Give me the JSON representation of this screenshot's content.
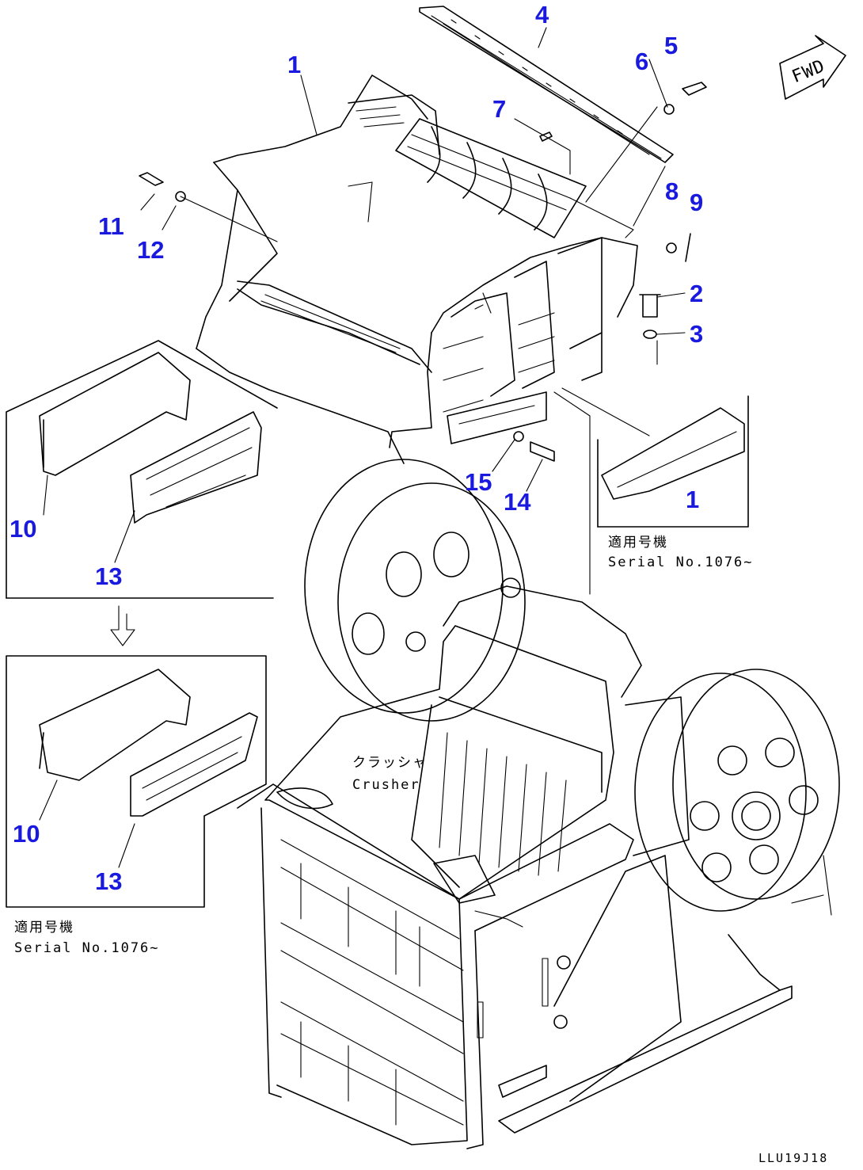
{
  "diagram": {
    "callouts": [
      {
        "id": "1a",
        "text": "1"
      },
      {
        "id": "1b",
        "text": "1"
      },
      {
        "id": "2",
        "text": "2"
      },
      {
        "id": "3",
        "text": "3"
      },
      {
        "id": "4",
        "text": "4"
      },
      {
        "id": "5",
        "text": "5"
      },
      {
        "id": "6",
        "text": "6"
      },
      {
        "id": "7",
        "text": "7"
      },
      {
        "id": "8",
        "text": "8"
      },
      {
        "id": "9",
        "text": "9"
      },
      {
        "id": "10a",
        "text": "10"
      },
      {
        "id": "10b",
        "text": "10"
      },
      {
        "id": "11",
        "text": "11"
      },
      {
        "id": "12",
        "text": "12"
      },
      {
        "id": "13a",
        "text": "13"
      },
      {
        "id": "13b",
        "text": "13"
      },
      {
        "id": "14",
        "text": "14"
      },
      {
        "id": "15",
        "text": "15"
      }
    ],
    "fwd_label": "FWD",
    "serial_right": {
      "jp": "適用号機",
      "en": "Serial No.1076~"
    },
    "serial_left": {
      "jp": "適用号機",
      "en": "Serial No.1076~"
    },
    "crusher_label": {
      "jp": "クラッシャ",
      "en": "Crusher"
    },
    "drawing_code": "LLU19J18",
    "callout_color": "#1a1adf"
  }
}
